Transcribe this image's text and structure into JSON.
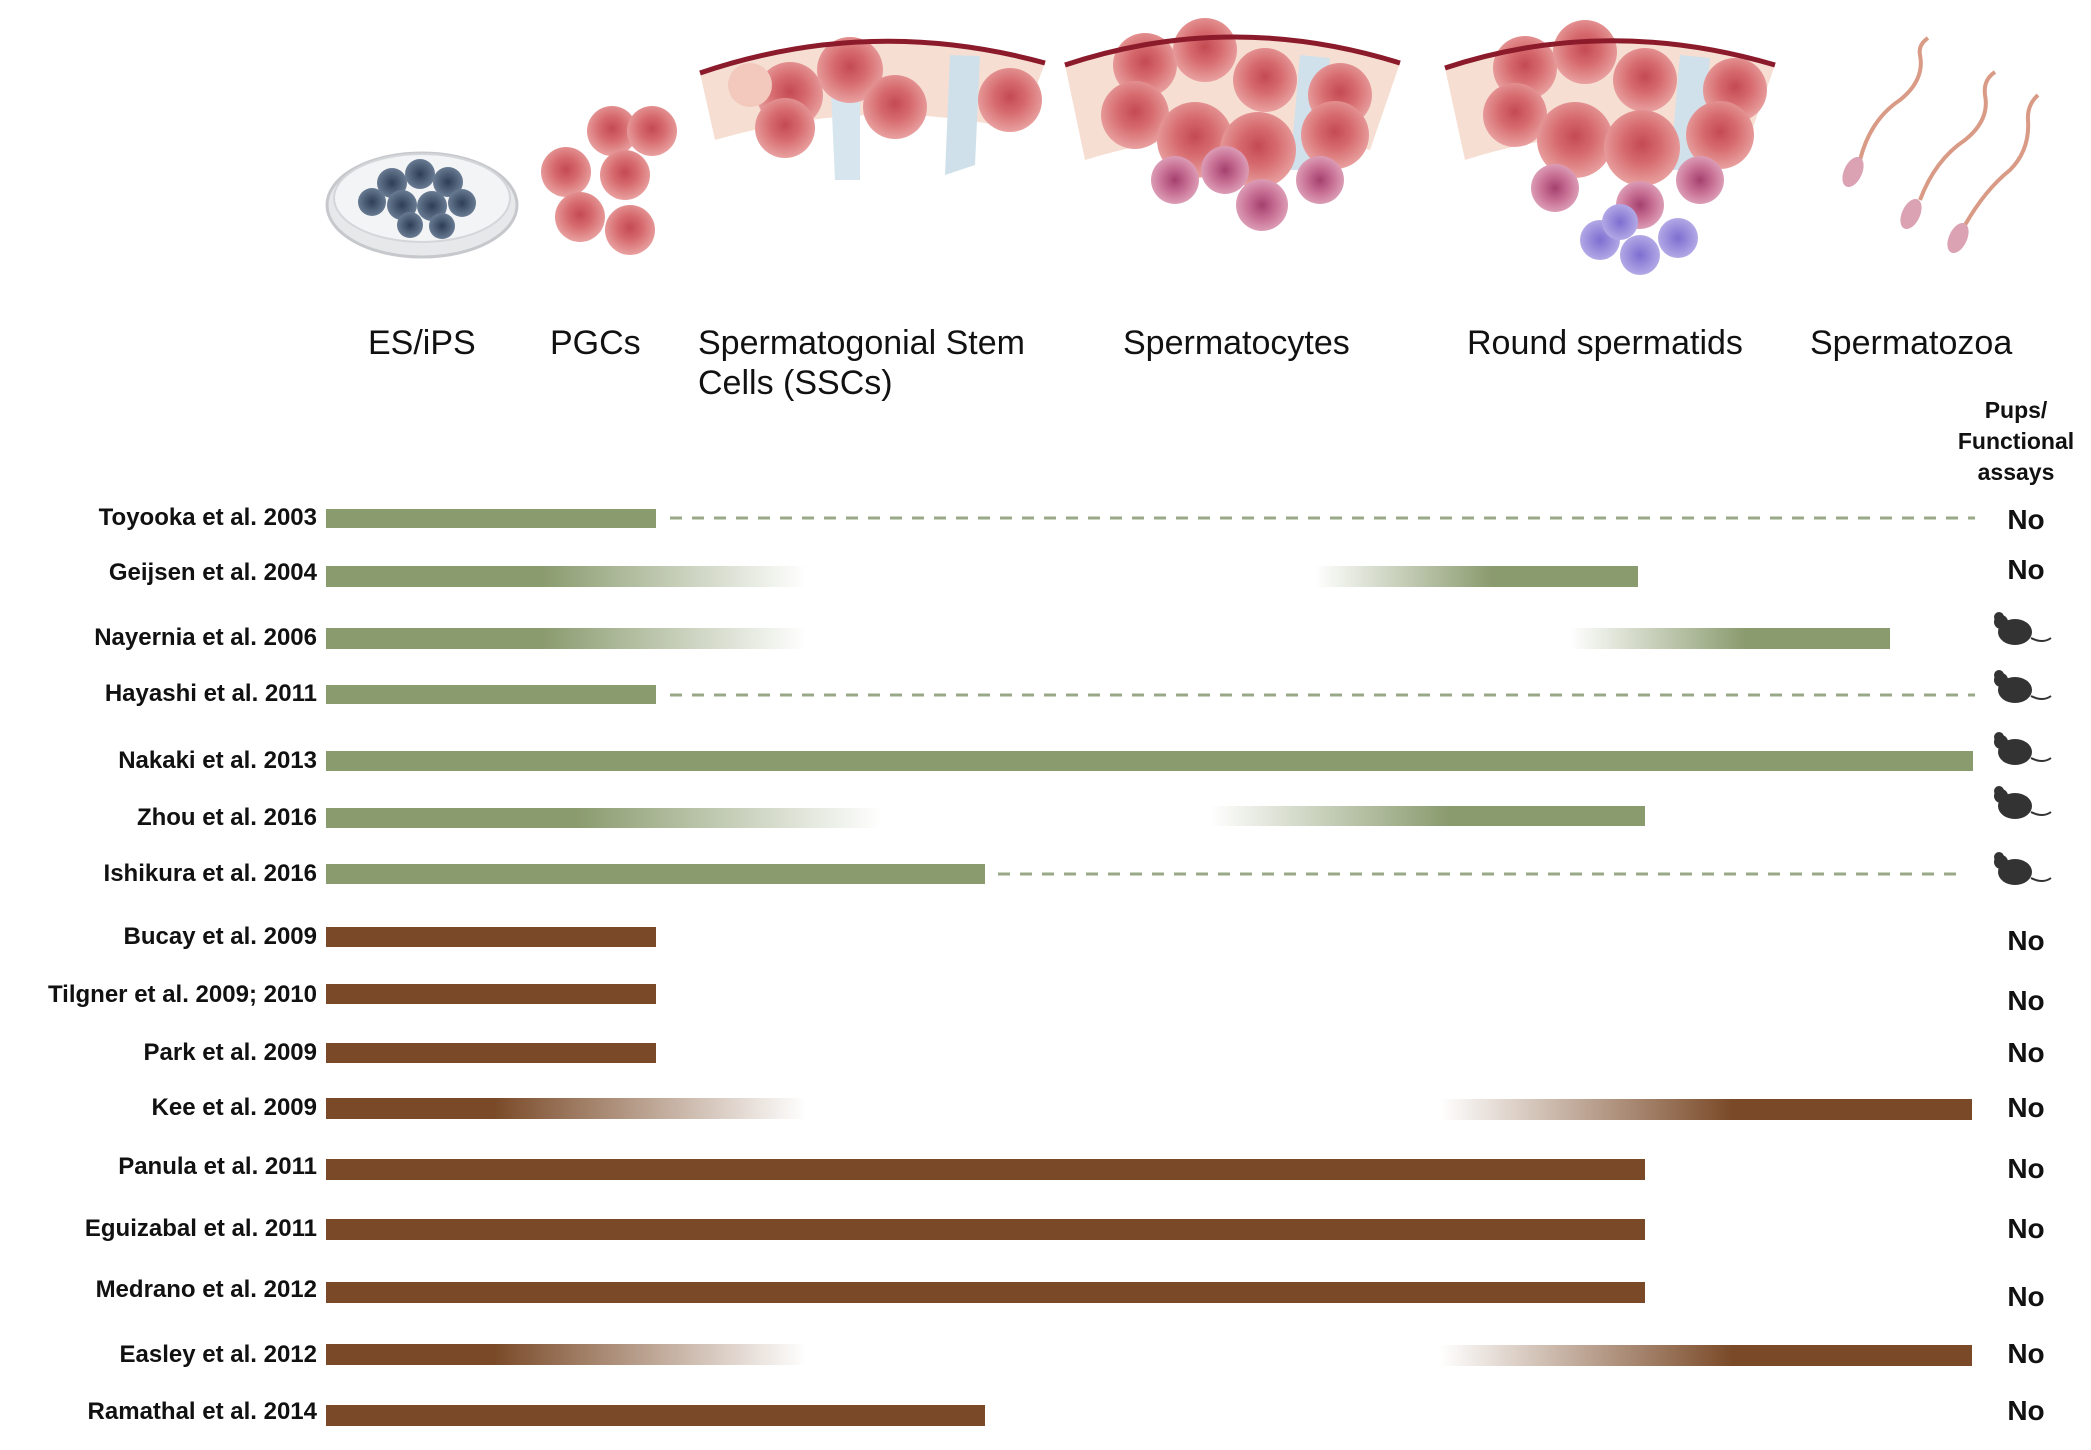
{
  "stages": [
    {
      "label": "ES/iPS",
      "icon": "petri-dish-icon"
    },
    {
      "label": "PGCs",
      "icon": "pgc-cells-icon"
    },
    {
      "label": "Spermatogonial Stem",
      "label2": "Cells (SSCs)",
      "icon": "ssc-tubule-icon"
    },
    {
      "label": "Spermatocytes",
      "icon": "spermatocyte-tubule-icon"
    },
    {
      "label": "Round spermatids",
      "icon": "spermatid-tubule-icon"
    },
    {
      "label": "Spermatozoa",
      "icon": "sperm-icon"
    }
  ],
  "outcome_header": {
    "line1": "Pups/",
    "line2": "Functional",
    "line3": "assays"
  },
  "colors": {
    "mouse_bar": "#8a9b6e",
    "human_bar": "#7a4a28",
    "dash": "#9aa888",
    "mouse_icon": "#333333"
  },
  "studies": [
    {
      "label": "Toyooka et al. 2003",
      "outcome": "No",
      "species": "mouse",
      "segments": [
        {
          "from": "ES/iPS",
          "to": "PGCs",
          "style": "solid"
        },
        {
          "from": "PGCs",
          "to": "Spermatozoa",
          "style": "dashed"
        }
      ]
    },
    {
      "label": "Geijsen et al. 2004",
      "outcome": "No",
      "species": "mouse",
      "segments": [
        {
          "from": "ES/iPS",
          "to": "SSCs",
          "style": "fade-out"
        },
        {
          "from": "Spermatocytes",
          "to": "Round spermatids",
          "style": "fade-in"
        }
      ]
    },
    {
      "label": "Nayernia et al. 2006",
      "outcome": "",
      "outcome_icon": "mouse-icon",
      "species": "mouse",
      "segments": [
        {
          "from": "ES/iPS",
          "to": "SSCs",
          "style": "fade-out"
        },
        {
          "from": "Round spermatids",
          "to": "Spermatozoa",
          "style": "fade-in"
        }
      ]
    },
    {
      "label": "Hayashi et al. 2011",
      "outcome": "",
      "outcome_icon": "mouse-icon",
      "species": "mouse",
      "segments": [
        {
          "from": "ES/iPS",
          "to": "PGCs",
          "style": "solid"
        },
        {
          "from": "PGCs",
          "to": "Spermatozoa",
          "style": "dashed"
        }
      ]
    },
    {
      "label": "Nakaki et al. 2013",
      "outcome": "",
      "outcome_icon": "mouse-icon",
      "species": "mouse",
      "segments": [
        {
          "from": "ES/iPS",
          "to": "Spermatozoa",
          "style": "solid"
        }
      ]
    },
    {
      "label": "Zhou et al. 2016",
      "outcome": "",
      "outcome_icon": "mouse-icon",
      "species": "mouse",
      "segments": [
        {
          "from": "ES/iPS",
          "to": "SSCs",
          "style": "fade-out"
        },
        {
          "from": "Spermatocytes",
          "to": "Round spermatids",
          "style": "fade-in"
        }
      ]
    },
    {
      "label": "Ishikura et al. 2016",
      "outcome": "",
      "outcome_icon": "mouse-icon",
      "species": "mouse",
      "segments": [
        {
          "from": "ES/iPS",
          "to": "SSCs",
          "style": "solid"
        },
        {
          "from": "SSCs",
          "to": "Spermatozoa",
          "style": "dashed"
        }
      ]
    },
    {
      "label": "Bucay  et al. 2009",
      "outcome": "No",
      "species": "human",
      "segments": [
        {
          "from": "ES/iPS",
          "to": "PGCs",
          "style": "solid"
        }
      ]
    },
    {
      "label": "Tilgner  et al. 2009; 2010",
      "outcome": "No",
      "species": "human",
      "segments": [
        {
          "from": "ES/iPS",
          "to": "PGCs",
          "style": "solid"
        }
      ]
    },
    {
      "label": "Park  et al. 2009",
      "outcome": "No",
      "species": "human",
      "segments": [
        {
          "from": "ES/iPS",
          "to": "PGCs",
          "style": "solid"
        }
      ]
    },
    {
      "label": "Kee et al. 2009",
      "outcome": "No",
      "species": "human",
      "segments": [
        {
          "from": "ES/iPS",
          "to": "SSCs",
          "style": "fade-out"
        },
        {
          "from": "Round spermatids",
          "to": "Spermatozoa",
          "style": "fade-in"
        }
      ]
    },
    {
      "label": "Panula et al. 2011",
      "outcome": "No",
      "species": "human",
      "segments": [
        {
          "from": "ES/iPS",
          "to": "Round spermatids",
          "style": "solid"
        }
      ]
    },
    {
      "label": "Eguizabal et al. 2011",
      "outcome": "No",
      "species": "human",
      "segments": [
        {
          "from": "ES/iPS",
          "to": "Round spermatids",
          "style": "solid"
        }
      ]
    },
    {
      "label": "Medrano et al. 2012",
      "outcome": "No",
      "species": "human",
      "segments": [
        {
          "from": "ES/iPS",
          "to": "Round spermatids",
          "style": "solid"
        }
      ]
    },
    {
      "label": "Easley et al. 2012",
      "outcome": "No",
      "species": "human",
      "segments": [
        {
          "from": "ES/iPS",
          "to": "SSCs",
          "style": "fade-out"
        },
        {
          "from": "Round spermatids",
          "to": "Spermatozoa",
          "style": "fade-in"
        }
      ]
    },
    {
      "label": "Ramathal et al. 2014",
      "outcome": "No",
      "species": "human",
      "segments": [
        {
          "from": "ES/iPS",
          "to": "SSCs",
          "style": "solid"
        }
      ]
    }
  ]
}
